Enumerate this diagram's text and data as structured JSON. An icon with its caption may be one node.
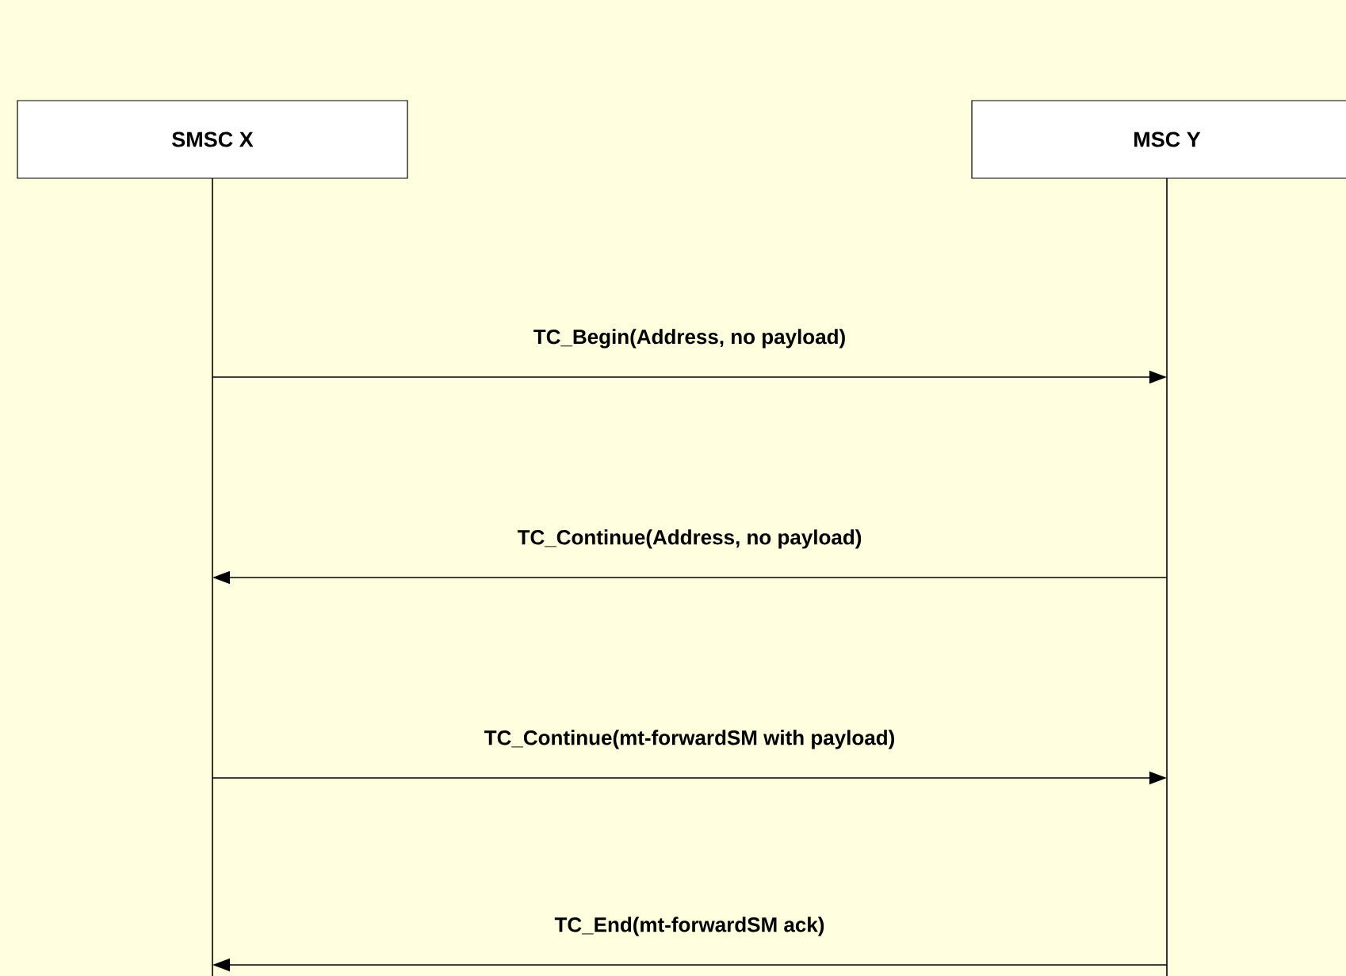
{
  "diagram": {
    "nodes": [
      {
        "text": [
          "SMSC X"
        ]
      },
      {
        "text": [
          "MSC Y"
        ]
      }
    ],
    "edges": [
      {
        "from": 0,
        "to": 1,
        "arrow": "to",
        "label": "TC_Begin(Address, no payload)"
      },
      {
        "from": 1,
        "to": 0,
        "arrow": "to",
        "label": "TC_Continue(Address, no payload)"
      },
      {
        "from": 0,
        "to": 1,
        "arrow": "to",
        "label": "TC_Continue(mt-forwardSM with payload)"
      },
      {
        "from": 1,
        "to": 0,
        "arrow": "to",
        "label": "TC_End(mt-forwardSM ack)"
      }
    ]
  }
}
